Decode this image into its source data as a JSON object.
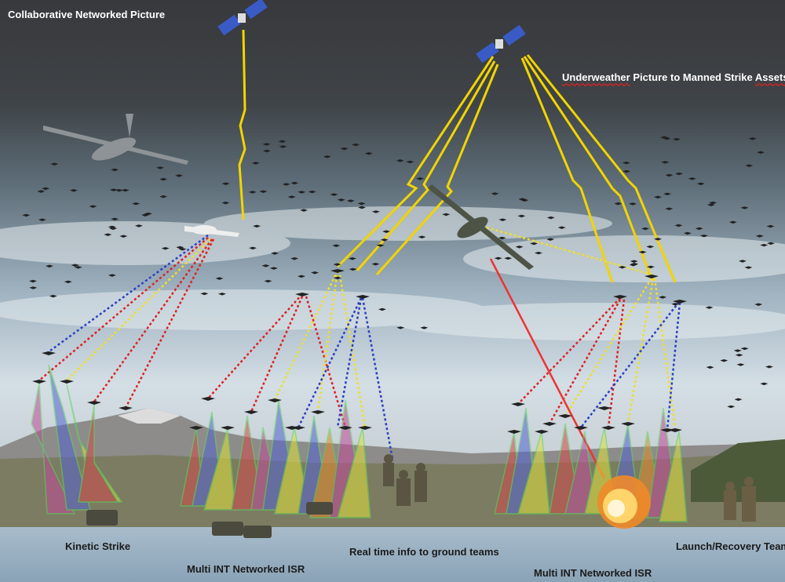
{
  "title": "Collaborative  Networked Picture",
  "labels": {
    "underweather_word": "Underweather",
    "underweather_mid": " Picture to Manned Strike ",
    "underweather_assets": "Assets",
    "kinetic_strike": "Kinetic  Strike",
    "isr_left": "Multi INT Networked ISR",
    "ground_teams": "Real time info to ground teams",
    "isr_right": "Multi INT Networked ISR",
    "launch_recovery": "Launch/Recovery Team"
  },
  "colors": {
    "sky_top": "#3a3c3f",
    "sky_bottom": "#d7e2ea",
    "ground": "#7c7a62",
    "water": "#9cb3c6",
    "link_red": "#e02020",
    "link_blue": "#2b3fc8",
    "link_yellow": "#f0e020",
    "beam": "#f2d400"
  }
}
